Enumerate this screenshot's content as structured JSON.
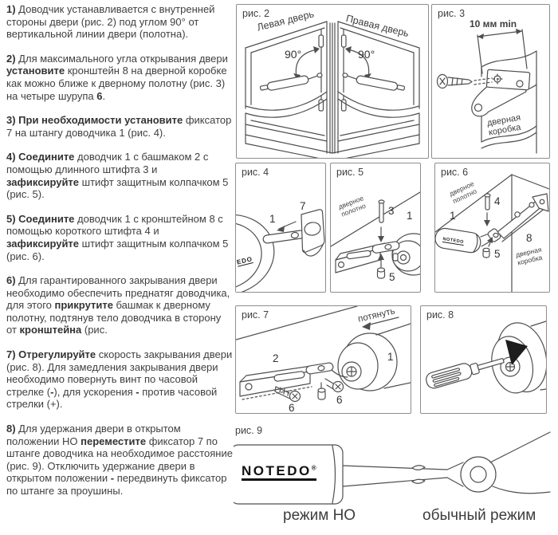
{
  "colors": {
    "text": "#3f3f3f",
    "stroke": "#4f4f4f",
    "box_border": "#8e8e8e",
    "logo": "#111111"
  },
  "instructions": [
    {
      "segments": [
        {
          "t": "1)",
          "b": true
        },
        {
          "t": " Доводчик устанавливается с внутренней стороны двери (рис. 2) под углом 90° от вертикальной линии двери (полотна)."
        }
      ]
    },
    {
      "segments": [
        {
          "t": "2)",
          "b": true
        },
        {
          "t": " Для максимального угла открывания двери "
        },
        {
          "t": "установите",
          "b": true
        },
        {
          "t": " кронштейн 8 на дверной коробке как можно ближе к дверному полотну (рис. 3) на четыре шурупа "
        },
        {
          "t": "6",
          "b": true
        },
        {
          "t": "."
        }
      ]
    },
    {
      "segments": [
        {
          "t": "3) При необходимости установите",
          "b": true
        },
        {
          "t": " фиксатор 7 на штангу доводчика 1 (рис. 4)."
        }
      ]
    },
    {
      "segments": [
        {
          "t": "4) Соедините",
          "b": true
        },
        {
          "t": " доводчик 1 с башмаком 2 с помощью длинного штифта 3 и "
        },
        {
          "t": "зафиксируйте",
          "b": true
        },
        {
          "t": " штифт защитным колпачком 5 (рис. 5)."
        }
      ]
    },
    {
      "segments": [
        {
          "t": "5) Соедините",
          "b": true
        },
        {
          "t": " доводчик 1 с кронштейном 8 с помощью короткого штифта 4 и "
        },
        {
          "t": "зафиксируйте",
          "b": true
        },
        {
          "t": " штифт защитным колпачком 5 (рис. 6)."
        }
      ]
    },
    {
      "segments": [
        {
          "t": "6)",
          "b": true
        },
        {
          "t": " Для гарантированного закрывания двери необходимо обеспечить преднатяг доводчика, для этого "
        },
        {
          "t": "прикрутите",
          "b": true
        },
        {
          "t": " башмак к дверному полотну, подтянув тело доводчика в сторону от "
        },
        {
          "t": "кронштейна",
          "b": true
        },
        {
          "t": " (рис."
        }
      ]
    },
    {
      "segments": [
        {
          "t": "7) Отрегулируйте",
          "b": true
        },
        {
          "t": " скорость закрывания двери (рис. 8). Для замедления закрывания двери необходимо повернуть винт по часовой стрелке ("
        },
        {
          "t": "-",
          "b": true
        },
        {
          "t": "), для ускорения "
        },
        {
          "t": "-",
          "b": true
        },
        {
          "t": " против часовой стрелки (+)."
        }
      ]
    },
    {
      "segments": [
        {
          "t": "8)",
          "b": true
        },
        {
          "t": " Для удержания двери в открытом положении НО "
        },
        {
          "t": "переместите",
          "b": true
        },
        {
          "t": " фиксатор 7 по штанге доводчика на необходимое расстояние (рис. 9). Отключить удержание двери в открытом положении "
        },
        {
          "t": "-",
          "b": true
        },
        {
          "t": " передвинуть фиксатор по штанге за проушины."
        }
      ]
    }
  ],
  "figures": {
    "fig2": {
      "label": "рис. 2",
      "left_door_label": "Левая дверь",
      "right_door_label": "Правая дверь",
      "angle_left": "90°",
      "angle_right": "90°"
    },
    "fig3": {
      "label": "рис. 3",
      "dimension_label": "10 мм min",
      "frame_label": "дверная\nкоробка"
    },
    "fig4": {
      "label": "рис. 4",
      "body_number": "1",
      "fixator_number": "7",
      "logo_fragment": "EDO"
    },
    "fig5": {
      "label": "рис. 5",
      "leaf_label": "дверное\nполотно",
      "pin_number": "3",
      "body_number": "1",
      "cap_number": "5"
    },
    "fig6": {
      "label": "рис. 6",
      "leaf_label": "дверное\nполотно",
      "frame_label": "дверная\nкоробка",
      "body_number": "1",
      "pin_number": "4",
      "cap_number": "5",
      "bracket_number": "8",
      "logo": "NOTEDO"
    },
    "fig7": {
      "label": "рис. 7",
      "pull_label": "потянуть",
      "shoe_number": "2",
      "body_number": "1",
      "screw_number_left": "6",
      "screw_number_right": "6"
    },
    "fig8": {
      "label": "рис. 8"
    },
    "fig9": {
      "label": "рис. 9",
      "logo": "NOTEDO",
      "registered_mark": "®",
      "mode_hold_label": "режим НО",
      "mode_normal_label": "обычный режим"
    }
  }
}
